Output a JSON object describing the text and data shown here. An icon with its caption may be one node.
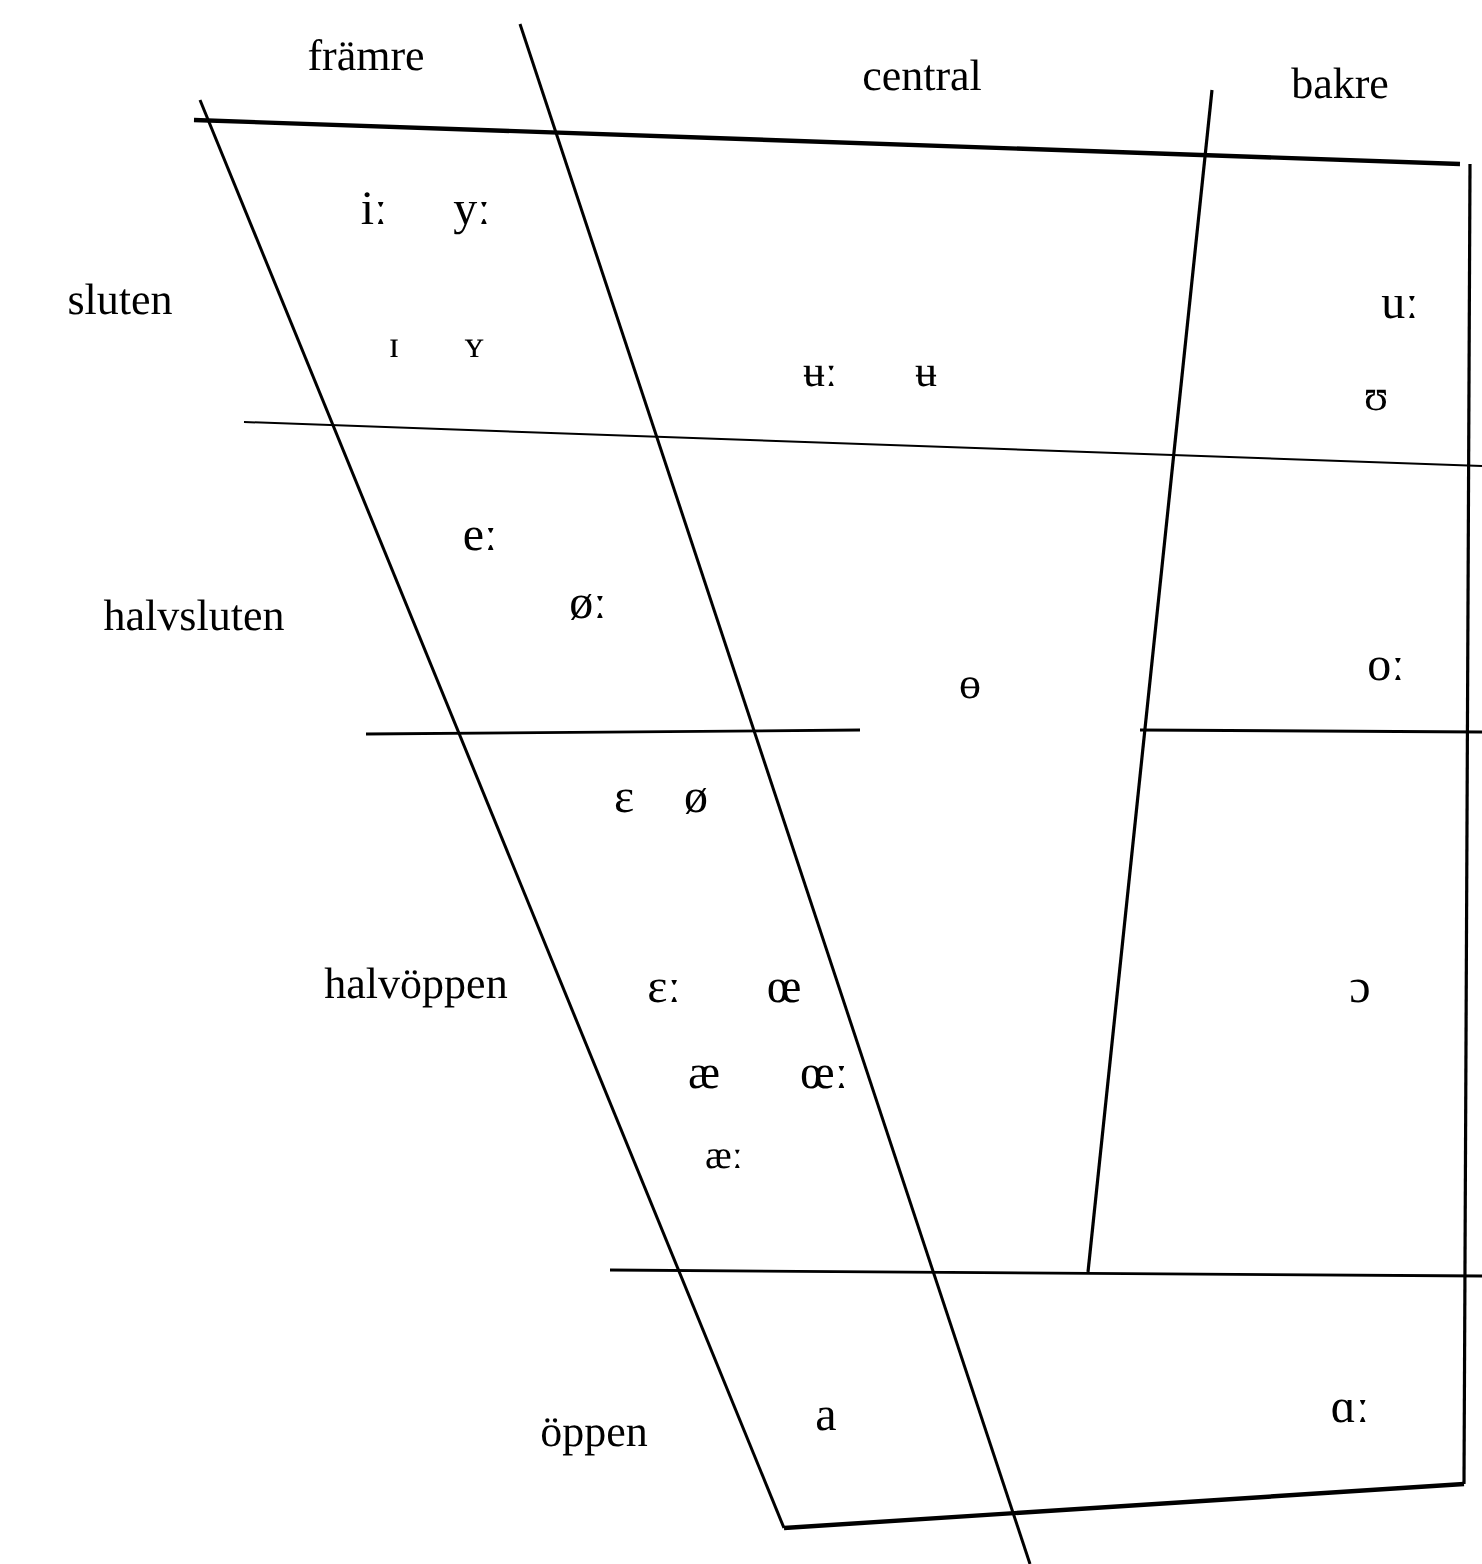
{
  "diagram": {
    "labels": [
      "främre",
      "central",
      "bakre",
      "iː",
      "yː",
      "sluten",
      "uː",
      "ɪ",
      "ʏ",
      "ʉː",
      "ʉ",
      "ʊ",
      "eː",
      "halvsluten",
      "øː",
      "ɵ",
      "oː",
      "ɛ",
      "ø",
      "halvöppen",
      "ɛː",
      "œ",
      "ɔ",
      "æ",
      "œː",
      "æː",
      "öppen",
      "a",
      "ɑː"
    ]
  }
}
